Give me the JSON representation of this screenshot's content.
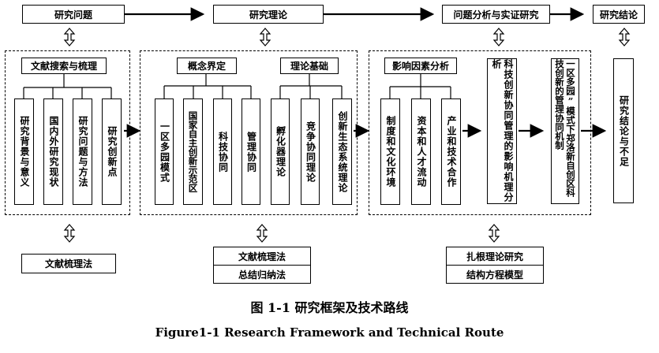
{
  "top_row": {
    "research_problem": "研究问题",
    "research_theory": "研究理论",
    "problem_analysis": "问题分析与实证研究",
    "research_conclusion": "研究结论"
  },
  "literature_group": {
    "title": "文献搜索与梳理",
    "items": [
      "研究背景与意义",
      "国内外研究现状",
      "研究问题与方法",
      "研究创新点"
    ]
  },
  "concept_group": {
    "title": "概念界定",
    "items": [
      "一区多园模式",
      "国家自主创新示范区",
      "科技协同",
      "管理协同"
    ]
  },
  "theory_group": {
    "title": "理论基础",
    "items": [
      "孵化器理论",
      "竞争协同理论",
      "创新生态系统理论"
    ]
  },
  "factor_group": {
    "title": "影响因素分析",
    "items": [
      "制度和文化环境",
      "资本和人才流动",
      "产业和技术合作"
    ]
  },
  "mechanism_box": "科技创新协同管理的影响机理分析",
  "zhengluo_box": "一区多园”模式下郑洛新自创区科技创新的管理协同机制",
  "conclusion_box": "研究结论与不足",
  "methods": {
    "m1": "文献梳理法",
    "m2a": "文献梳理法",
    "m2b": "总结归纳法",
    "m3a": "扎根理论研究",
    "m3b": "结构方程模型"
  },
  "caption_cn": "图 1-1 研究框架及技术路线",
  "caption_en": "Figure1-1 Research Framework and Technical Route"
}
